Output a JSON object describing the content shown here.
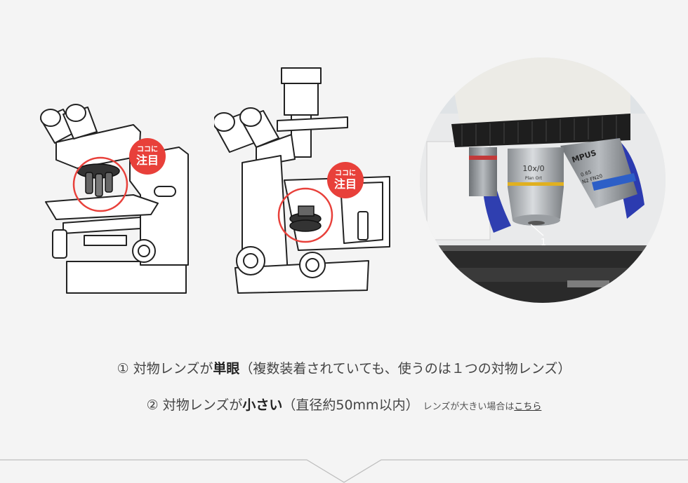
{
  "badges": {
    "upright": {
      "top": "ココに",
      "bottom": "注目"
    },
    "inverted": {
      "top": "ココに",
      "bottom": "注目"
    }
  },
  "photo": {
    "lens_main_label": "10x/0",
    "lens_sub_label": "Plan Ort",
    "lens_right_label": "MPUS",
    "lens_right_sub1": "0.65",
    "lens_right_sub2": "N2 FN20",
    "callout_number": "1"
  },
  "notes": {
    "line1": {
      "num": "①",
      "pre": " 対物レンズが",
      "bold": "単眼",
      "post": "（複数装着されていても、使うのは１つの対物レンズ）"
    },
    "line2": {
      "num": "②",
      "pre": " 対物レンズが",
      "bold": "小さい",
      "post": "（直径約50mm以内）",
      "small_pre": "レンズが大きい場合は",
      "link": "こちら"
    }
  },
  "colors": {
    "accent_red": "#e8403a",
    "background": "#f4f4f4"
  }
}
